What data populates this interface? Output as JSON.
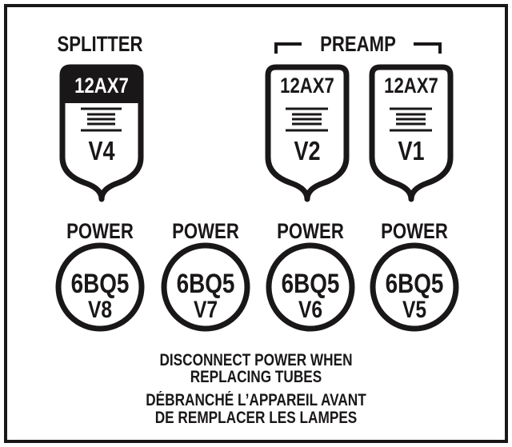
{
  "splitter": {
    "label": "SPLITTER",
    "tube": {
      "type": "12AX7",
      "position": "V4"
    }
  },
  "preamp": {
    "label": "PREAMP",
    "tubes": [
      {
        "type": "12AX7",
        "position": "V2"
      },
      {
        "type": "12AX7",
        "position": "V1"
      }
    ]
  },
  "power": [
    {
      "label": "POWER",
      "type": "6BQ5",
      "position": "V8"
    },
    {
      "label": "POWER",
      "type": "6BQ5",
      "position": "V7"
    },
    {
      "label": "POWER",
      "type": "6BQ5",
      "position": "V6"
    },
    {
      "label": "POWER",
      "type": "6BQ5",
      "position": "V5"
    }
  ],
  "warning": {
    "en_line1": "DISCONNECT POWER WHEN",
    "en_line2": "REPLACING TUBES",
    "fr_line1": "DÉBRANCHÉ L’APPAREIL AVANT",
    "fr_line2": "DE REMPLACER LES LAMPES"
  },
  "colors": {
    "ink": "#1a1718"
  }
}
